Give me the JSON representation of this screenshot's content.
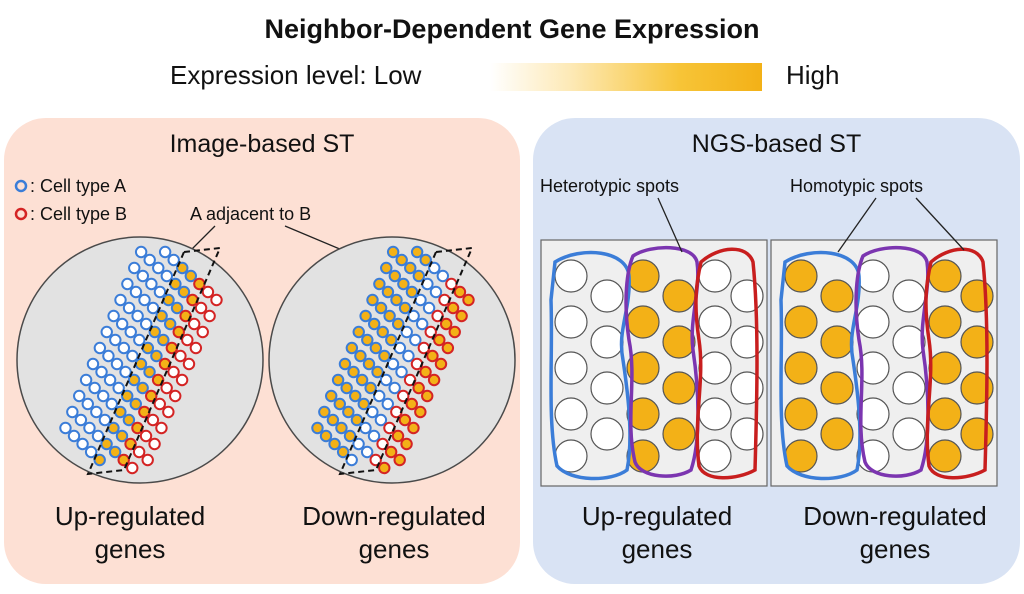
{
  "title": "Neighbor-Dependent Gene Expression",
  "legend": {
    "low_label": "Expression level: Low",
    "high_label": "High",
    "colors": {
      "low": "#ffffff",
      "high": "#f3b117"
    }
  },
  "image_panel": {
    "title": "Image-based ST",
    "cell_a_label": ": Cell type A",
    "cell_b_label": ": Cell type B",
    "adjacent_label": "A adjacent to B",
    "up_caption_line1": "Up-regulated",
    "up_caption_line2": "genes",
    "down_caption_line1": "Down-regulated",
    "down_caption_line2": "genes",
    "colors": {
      "cell_a": "#3b7dd8",
      "cell_b": "#d42424",
      "background": "#fde0d4"
    }
  },
  "ngs_panel": {
    "title": "NGS-based ST",
    "heterotypic_label": "Heterotypic spots",
    "homotypic_label": "Homotypic spots",
    "up_caption_line1": "Up-regulated",
    "up_caption_line2": "genes",
    "down_caption_line1": "Down-regulated",
    "down_caption_line2": "genes",
    "colors": {
      "type_a_outline": "#3b7dd8",
      "heterotypic_outline": "#7b35b0",
      "type_b_outline": "#c81e1e",
      "background": "#d9e3f4"
    }
  }
}
